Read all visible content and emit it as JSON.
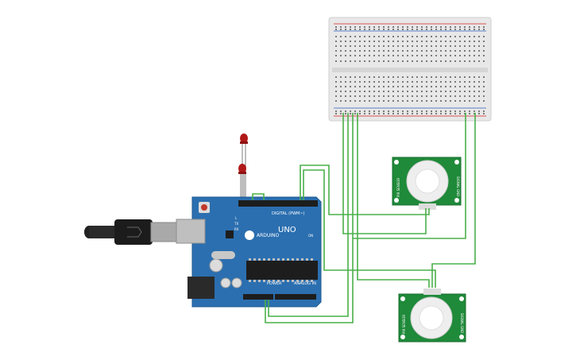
{
  "arduino": {
    "brand": "ARDUINO",
    "model": "UNO",
    "digital_header": "DIGITAL (PWM~)",
    "power_header": "POWER",
    "analog_header": "ANALOG IN",
    "tx": "TX",
    "rx": "RX",
    "on": "ON",
    "l": "L"
  },
  "pir_sensors": [
    {
      "pin_label_left": "PIR SENSOR",
      "pin_label_right": "SIGNAL GND"
    },
    {
      "pin_label_left": "PIR SENSOR",
      "pin_label_right": "SIGNAL GND"
    }
  ],
  "colors": {
    "board": "#2b6fb0",
    "wire": "#4ab04a",
    "pir_board": "#1f8a3a",
    "led": "#b01818",
    "breadboard": "#e6e6e6",
    "rail_red": "#d9534f",
    "rail_blue": "#5b7fc7"
  }
}
